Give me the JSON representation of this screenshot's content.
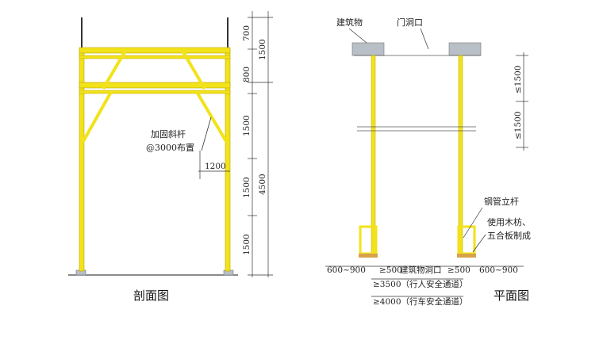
{
  "section": {
    "title": "剖面图",
    "brace_label_line1": "加固斜杆",
    "brace_label_line2": "@3000布置",
    "dim_1200": "1200",
    "dims_right": [
      "700",
      "800",
      "1500",
      "1500",
      "1500"
    ],
    "dims_total": [
      "1500",
      "4500"
    ]
  },
  "plan": {
    "title": "平面图",
    "label_building": "建筑物",
    "label_doorway": "门洞口",
    "label_steel_pole": "钢管立杆",
    "label_wood_line1": "使用木枋、",
    "label_wood_line2": "五合板制成",
    "dims_right": [
      "≤1500",
      "≤1500"
    ],
    "bottom_left": "600~900",
    "bottom_right": "600~900",
    "bottom_ge500_left": "≥500",
    "bottom_ge500_right": "≥500",
    "bottom_center": "建筑物洞口",
    "pedestrian": "≥3500（行人安全通道）",
    "vehicle": "≥4000（行车安全通道）"
  },
  "colors": {
    "steel": "#f2e21a",
    "steel_edge": "#b9a800",
    "ink": "#333333",
    "concrete": "#b8bfc6",
    "wood": "#d7a24a"
  }
}
